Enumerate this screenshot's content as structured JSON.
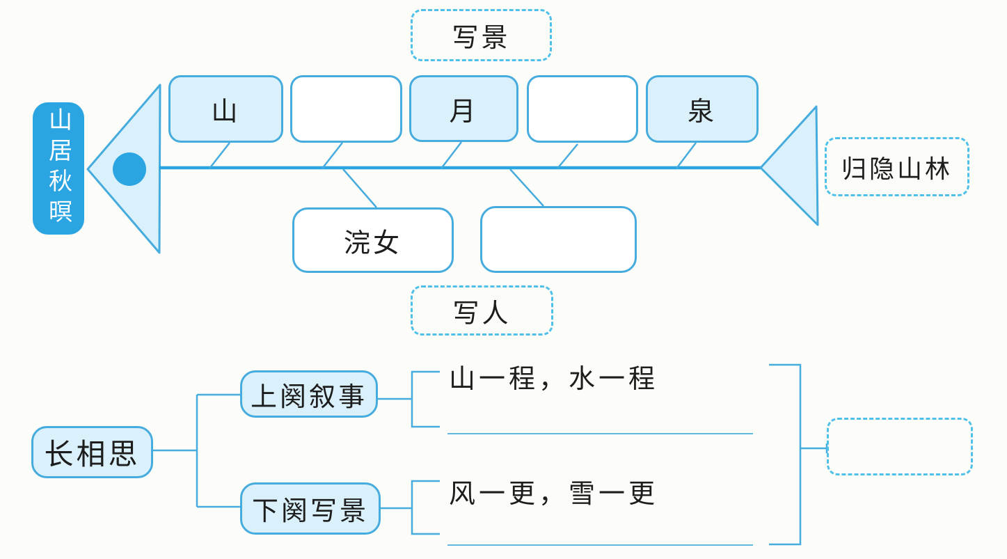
{
  "colors": {
    "accent": "#2aa5e2",
    "line": "#46abdd",
    "dash": "#4fc0ea",
    "light": "#daf1fb",
    "ink": "#1d1d1d",
    "bg": "#fcfcf8"
  },
  "fishbone": {
    "title": "山居秋暝",
    "scene_label": "写景",
    "person_label": "写人",
    "theme_label": "归隐山林",
    "top_ribs": [
      "山",
      "",
      "月",
      "",
      "泉"
    ],
    "bottom_ribs": [
      "浣女",
      ""
    ]
  },
  "tree": {
    "root": "长相思",
    "branches": [
      {
        "label": "上阕叙事",
        "text": "山一程，水一程",
        "blank": ""
      },
      {
        "label": "下阕写景",
        "text": "风一更，雪一更",
        "blank": ""
      }
    ],
    "answer": ""
  }
}
